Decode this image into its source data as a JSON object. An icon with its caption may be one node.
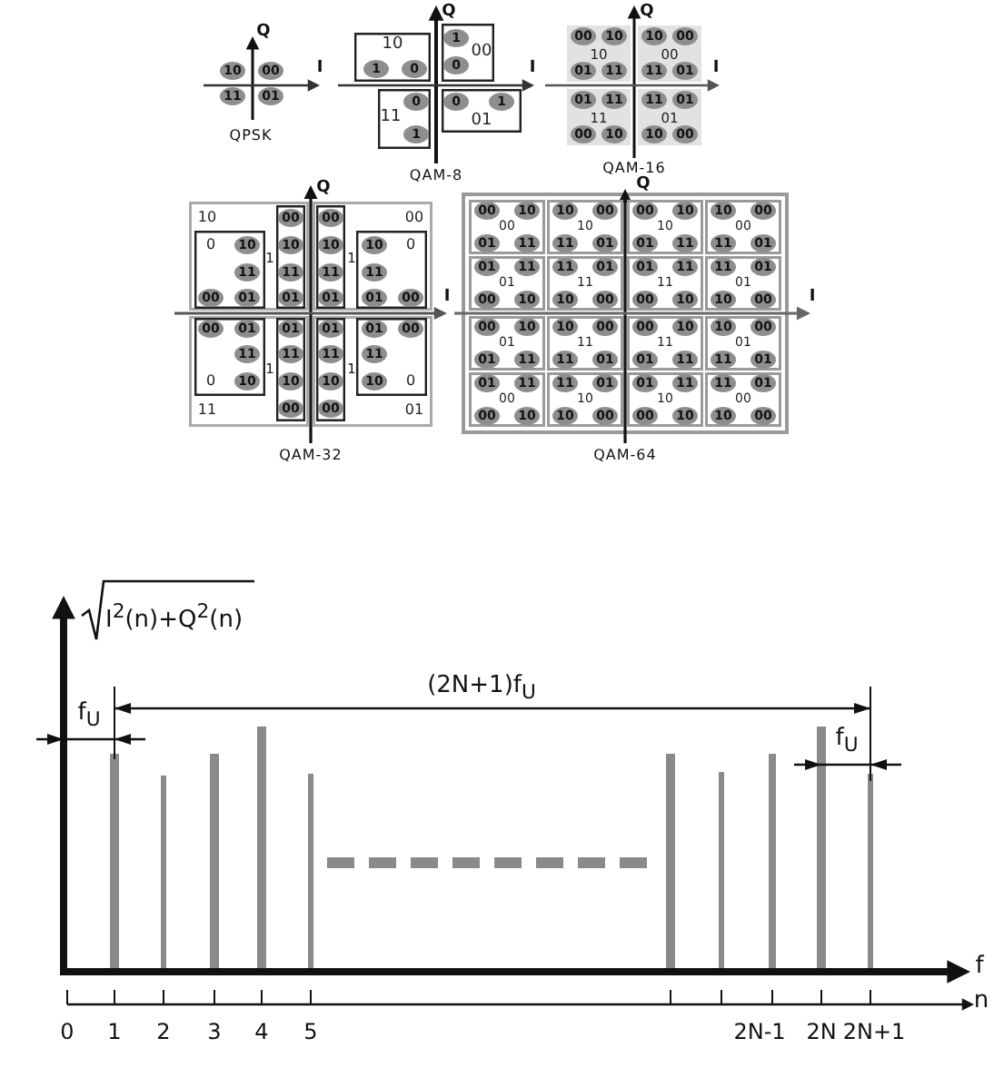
{
  "diagram": {
    "nodes": [
      {
        "text": [
          "10"
        ]
      },
      {
        "text": [
          "00"
        ]
      },
      {
        "text": [
          "11"
        ]
      },
      {
        "text": [
          "01"
        ]
      },
      {
        "text": [
          "10"
        ]
      },
      {
        "text": [
          "1"
        ],
        "in": 4
      },
      {
        "text": [
          "0"
        ],
        "in": 4
      },
      {
        "text": [
          "00"
        ]
      },
      {
        "text": [
          "1"
        ],
        "in": 7
      },
      {
        "text": [
          "0"
        ],
        "in": 7
      },
      {
        "text": [
          "11"
        ]
      },
      {
        "text": [
          "0"
        ],
        "in": 10
      },
      {
        "text": [
          "1"
        ],
        "in": 10
      },
      {
        "text": [
          "01"
        ]
      },
      {
        "text": [
          "0"
        ],
        "in": 13
      },
      {
        "text": [
          "1"
        ],
        "in": 13
      },
      {
        "text": [
          "10"
        ]
      },
      {
        "text": [
          "00"
        ],
        "in": 16
      },
      {
        "text": [
          "10"
        ],
        "in": 16
      },
      {
        "text": [
          "01"
        ],
        "in": 16
      },
      {
        "text": [
          "11"
        ],
        "in": 16
      },
      {
        "text": [
          "00"
        ]
      },
      {
        "text": [
          "10"
        ],
        "in": 21
      },
      {
        "text": [
          "00"
        ],
        "in": 21
      },
      {
        "text": [
          "11"
        ],
        "in": 21
      },
      {
        "text": [
          "01"
        ],
        "in": 21
      },
      {
        "text": [
          "11"
        ]
      },
      {
        "text": [
          "01"
        ],
        "in": 26
      },
      {
        "text": [
          "11"
        ],
        "in": 26
      },
      {
        "text": [
          "00"
        ],
        "in": 26
      },
      {
        "text": [
          "10"
        ],
        "in": 26
      },
      {
        "text": [
          "01"
        ]
      },
      {
        "text": [
          "11"
        ],
        "in": 31
      },
      {
        "text": [
          "01"
        ],
        "in": 31
      },
      {
        "text": [
          "10"
        ],
        "in": 31
      },
      {
        "text": [
          "00"
        ],
        "in": 31
      },
      {
        "text": [
          "10"
        ]
      },
      {
        "text": [
          "0"
        ],
        "in": 36
      },
      {
        "text": [
          "10"
        ],
        "in": 37
      },
      {
        "text": [
          "11"
        ],
        "in": 37
      },
      {
        "text": [
          "00"
        ],
        "in": 37
      },
      {
        "text": [
          "01"
        ],
        "in": 37
      },
      {
        "text": [
          "1"
        ],
        "in": 36
      },
      {
        "text": [
          "00"
        ],
        "in": 42
      },
      {
        "text": [
          "10"
        ],
        "in": 42
      },
      {
        "text": [
          "11"
        ],
        "in": 42
      },
      {
        "text": [
          "01"
        ],
        "in": 42
      },
      {
        "text": [
          "00"
        ]
      },
      {
        "text": [
          "1"
        ],
        "in": 47
      },
      {
        "text": [
          "00"
        ],
        "in": 48
      },
      {
        "text": [
          "10"
        ],
        "in": 48
      },
      {
        "text": [
          "11"
        ],
        "in": 48
      },
      {
        "text": [
          "01"
        ],
        "in": 48
      },
      {
        "text": [
          "0"
        ],
        "in": 47
      },
      {
        "text": [
          "10"
        ],
        "in": 53
      },
      {
        "text": [
          "11"
        ],
        "in": 53
      },
      {
        "text": [
          "01"
        ],
        "in": 53
      },
      {
        "text": [
          "00"
        ],
        "in": 53
      },
      {
        "text": [
          "11"
        ]
      },
      {
        "text": [
          "0"
        ],
        "in": 58
      },
      {
        "text": [
          "00"
        ],
        "in": 59
      },
      {
        "text": [
          "01"
        ],
        "in": 59
      },
      {
        "text": [
          "11"
        ],
        "in": 59
      },
      {
        "text": [
          "10"
        ],
        "in": 59
      },
      {
        "text": [
          "1"
        ],
        "in": 58
      },
      {
        "text": [
          "01"
        ],
        "in": 64
      },
      {
        "text": [
          "11"
        ],
        "in": 64
      },
      {
        "text": [
          "10"
        ],
        "in": 64
      },
      {
        "text": [
          "00"
        ],
        "in": 64
      },
      {
        "text": [
          "01"
        ]
      },
      {
        "text": [
          "1"
        ],
        "in": 69
      },
      {
        "text": [
          "01"
        ],
        "in": 70
      },
      {
        "text": [
          "11"
        ],
        "in": 70
      },
      {
        "text": [
          "10"
        ],
        "in": 70
      },
      {
        "text": [
          "00"
        ],
        "in": 70
      },
      {
        "text": [
          "0"
        ],
        "in": 69
      },
      {
        "text": [
          "01"
        ],
        "in": 75
      },
      {
        "text": [
          "00"
        ],
        "in": 75
      },
      {
        "text": [
          "11"
        ],
        "in": 75
      },
      {
        "text": [
          "10"
        ],
        "in": 75
      },
      {
        "text": [
          "00"
        ]
      },
      {
        "text": [
          "00"
        ],
        "in": 80
      },
      {
        "text": [
          "10"
        ],
        "in": 80
      },
      {
        "text": [
          "01"
        ],
        "in": 80
      },
      {
        "text": [
          "11"
        ],
        "in": 80
      },
      {
        "text": [
          "10"
        ]
      },
      {
        "text": [
          "10"
        ],
        "in": 85
      },
      {
        "text": [
          "00"
        ],
        "in": 85
      },
      {
        "text": [
          "11"
        ],
        "in": 85
      },
      {
        "text": [
          "01"
        ],
        "in": 85
      },
      {
        "text": [
          "10"
        ]
      },
      {
        "text": [
          "00"
        ],
        "in": 90
      },
      {
        "text": [
          "10"
        ],
        "in": 90
      },
      {
        "text": [
          "01"
        ],
        "in": 90
      },
      {
        "text": [
          "11"
        ],
        "in": 90
      },
      {
        "text": [
          "00"
        ]
      },
      {
        "text": [
          "10"
        ],
        "in": 95
      },
      {
        "text": [
          "00"
        ],
        "in": 95
      },
      {
        "text": [
          "11"
        ],
        "in": 95
      },
      {
        "text": [
          "01"
        ],
        "in": 95
      },
      {
        "text": [
          "01"
        ]
      },
      {
        "text": [
          "01"
        ],
        "in": 100
      },
      {
        "text": [
          "11"
        ],
        "in": 100
      },
      {
        "text": [
          "00"
        ],
        "in": 100
      },
      {
        "text": [
          "10"
        ],
        "in": 100
      },
      {
        "text": [
          "11"
        ]
      },
      {
        "text": [
          "11"
        ],
        "in": 105
      },
      {
        "text": [
          "01"
        ],
        "in": 105
      },
      {
        "text": [
          "10"
        ],
        "in": 105
      },
      {
        "text": [
          "00"
        ],
        "in": 105
      },
      {
        "text": [
          "11"
        ]
      },
      {
        "text": [
          "01"
        ],
        "in": 110
      },
      {
        "text": [
          "11"
        ],
        "in": 110
      },
      {
        "text": [
          "00"
        ],
        "in": 110
      },
      {
        "text": [
          "10"
        ],
        "in": 110
      },
      {
        "text": [
          "01"
        ]
      },
      {
        "text": [
          "11"
        ],
        "in": 115
      },
      {
        "text": [
          "01"
        ],
        "in": 115
      },
      {
        "text": [
          "10"
        ],
        "in": 115
      },
      {
        "text": [
          "00"
        ],
        "in": 115
      },
      {
        "text": [
          "01"
        ]
      },
      {
        "text": [
          "00"
        ],
        "in": 120
      },
      {
        "text": [
          "10"
        ],
        "in": 120
      },
      {
        "text": [
          "01"
        ],
        "in": 120
      },
      {
        "text": [
          "11"
        ],
        "in": 120
      },
      {
        "text": [
          "11"
        ]
      },
      {
        "text": [
          "10"
        ],
        "in": 125
      },
      {
        "text": [
          "00"
        ],
        "in": 125
      },
      {
        "text": [
          "11"
        ],
        "in": 125
      },
      {
        "text": [
          "01"
        ],
        "in": 125
      },
      {
        "text": [
          "11"
        ]
      },
      {
        "text": [
          "00"
        ],
        "in": 130
      },
      {
        "text": [
          "10"
        ],
        "in": 130
      },
      {
        "text": [
          "01"
        ],
        "in": 130
      },
      {
        "text": [
          "11"
        ],
        "in": 130
      },
      {
        "text": [
          "01"
        ]
      },
      {
        "text": [
          "10"
        ],
        "in": 135
      },
      {
        "text": [
          "00"
        ],
        "in": 135
      },
      {
        "text": [
          "11"
        ],
        "in": 135
      },
      {
        "text": [
          "01"
        ],
        "in": 135
      },
      {
        "text": [
          "00"
        ]
      },
      {
        "text": [
          "01"
        ],
        "in": 140
      },
      {
        "text": [
          "11"
        ],
        "in": 140
      },
      {
        "text": [
          "00"
        ],
        "in": 140
      },
      {
        "text": [
          "10"
        ],
        "in": 140
      },
      {
        "text": [
          "10"
        ]
      },
      {
        "text": [
          "11"
        ],
        "in": 145
      },
      {
        "text": [
          "01"
        ],
        "in": 145
      },
      {
        "text": [
          "10"
        ],
        "in": 145
      },
      {
        "text": [
          "00"
        ],
        "in": 145
      },
      {
        "text": [
          "10"
        ]
      },
      {
        "text": [
          "01"
        ],
        "in": 150
      },
      {
        "text": [
          "11"
        ],
        "in": 150
      },
      {
        "text": [
          "00"
        ],
        "in": 150
      },
      {
        "text": [
          "10"
        ],
        "in": 150
      },
      {
        "text": [
          "00"
        ]
      },
      {
        "text": [
          "11"
        ],
        "in": 155
      },
      {
        "text": [
          "01"
        ],
        "in": 155
      },
      {
        "text": [
          "10"
        ],
        "in": 155
      },
      {
        "text": [
          "00"
        ],
        "in": 155
      }
    ],
    "labels": [
      "Q",
      "I",
      "QPSK",
      "Q",
      "I",
      "QAM-8",
      "Q",
      "I",
      "QAM-16",
      "Q",
      "I",
      "QAM-32",
      "Q",
      "I",
      "QAM-64",
      "I$^{2}$(n)+Q$^{2}$(n)",
      "(2N+1)f$_{U}$",
      "f$_{U}$",
      "f$_{U}$",
      "f",
      "n",
      "0",
      "1",
      "2",
      "3",
      "4",
      "5",
      "2N-1",
      "2N",
      "2N+1"
    ]
  }
}
